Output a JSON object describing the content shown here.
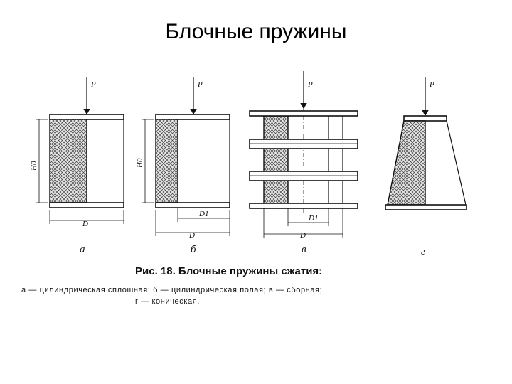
{
  "slide": {
    "title": "Блочные пружины"
  },
  "figure": {
    "load_label": "P",
    "height_label": "H0",
    "outer_diameter_label": "D",
    "inner_diameter_label": "D1",
    "sublabels": [
      "а",
      "б",
      "в",
      "г"
    ],
    "caption": "Рис. 18. Блочные пружины сжатия:",
    "legend_line1": "а — цилиндрическая сплошная; б — цилиндрическая полая; в — сборная;",
    "legend_line2": "г — коническая."
  }
}
